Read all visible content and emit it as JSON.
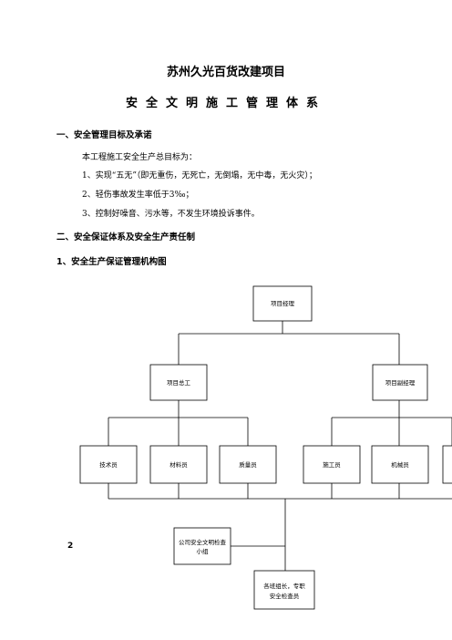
{
  "document": {
    "title": "苏州久光百货改建项目",
    "subtitle": "安全文明施工管理体系",
    "section1": {
      "heading": "一、安全管理目标及承诺",
      "lines": [
        "本工程施工安全生产总目标为：",
        "1、实现“五无”（即无重伤，无死亡，无倒塌，无中毒，无火灾）；",
        "2、轻伤事故发生率低于3‰；",
        "3、控制好噪音、污水等，不发生环境投诉事件。"
      ]
    },
    "section2": {
      "heading": "二、安全保证体系及安全生产责任制"
    },
    "section2_1": {
      "heading": "1、安全生产保证管理机构图"
    },
    "page_number": "2"
  },
  "org_chart": {
    "root": "项目经理",
    "level2": [
      "项目总工",
      "项目副经理"
    ],
    "level3": [
      "技术员",
      "材料员",
      "质量员",
      "施工员",
      "机械员"
    ],
    "side_box": "公司安全文明检查小组",
    "bottom_box": "各班组长，专职安全检查员"
  }
}
